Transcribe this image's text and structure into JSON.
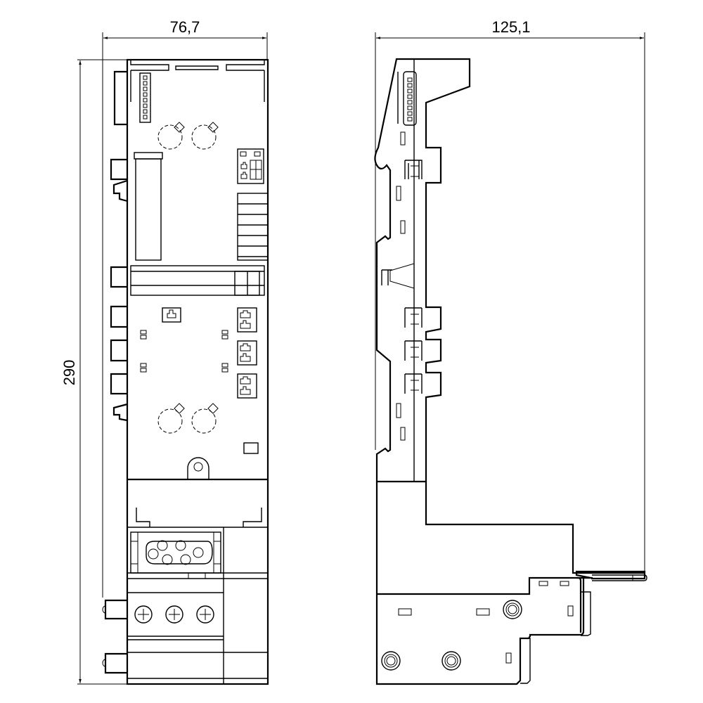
{
  "drawing": {
    "type": "technical dimension drawing",
    "views": [
      {
        "name": "front-view",
        "width_label": "76,7",
        "height_label": "290"
      },
      {
        "name": "side-view",
        "depth_label": "125,1"
      }
    ]
  },
  "dimensions": {
    "front_width": "76,7",
    "side_depth": "125,1",
    "height": "290"
  },
  "colors": {
    "line": "#000000",
    "background": "#ffffff"
  }
}
